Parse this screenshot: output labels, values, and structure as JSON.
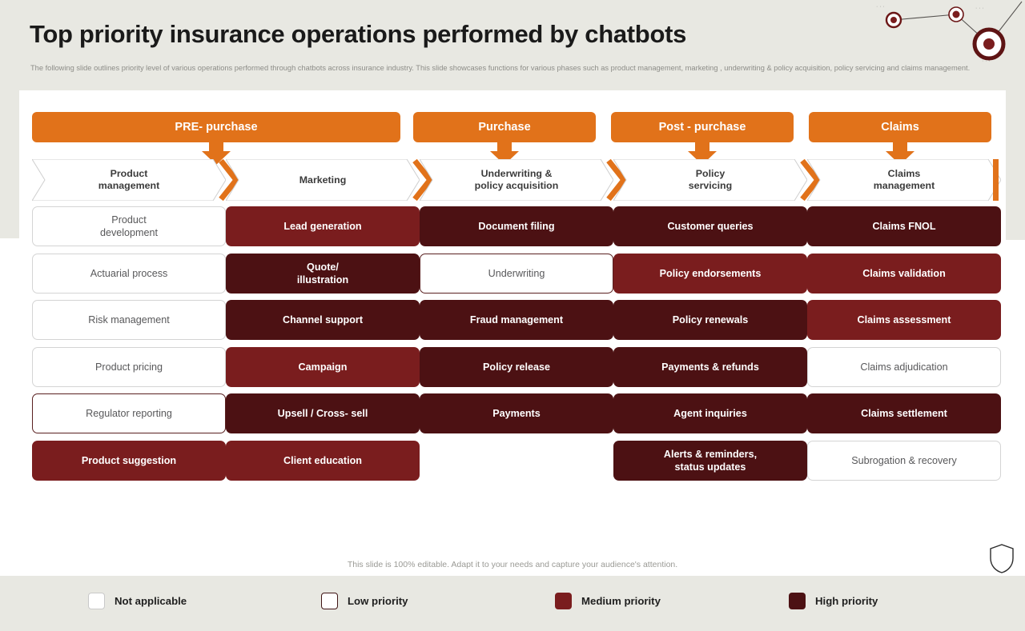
{
  "header": {
    "title": "Top priority insurance operations performed by chatbots",
    "subtitle": "The following slide outlines priority level of various operations performed through chatbots across insurance industry. This slide showcases functions for various phases such as product management, marketing  , underwriting & policy acquisition, policy servicing and claims management."
  },
  "colors": {
    "accent_orange": "#e1721a",
    "medium_priority": "#7a1d1e",
    "high_priority": "#4c1113",
    "page_background": "#e8e8e2",
    "panel_background": "#ffffff"
  },
  "phases": [
    {
      "label": "PRE- purchase"
    },
    {
      "label": "Purchase"
    },
    {
      "label": "Post - purchase"
    },
    {
      "label": "Claims"
    }
  ],
  "stages": [
    {
      "label": "Product\nmanagement",
      "line1": "Product",
      "line2": "management"
    },
    {
      "label": "Marketing",
      "line1": "Marketing",
      "line2": ""
    },
    {
      "label": "Underwriting &\npolicy acquisition",
      "line1": "Underwriting &",
      "line2": "policy acquisition"
    },
    {
      "label": "Policy\nservicing",
      "line1": "Policy",
      "line2": "servicing"
    },
    {
      "label": "Claims\nmanagement",
      "line1": "Claims",
      "line2": "management"
    }
  ],
  "columns": [
    {
      "stage": "Product management",
      "cells": [
        {
          "line1": "Product",
          "line2": "development",
          "priority": "not-applicable"
        },
        {
          "line1": "Actuarial  process",
          "line2": "",
          "priority": "not-applicable"
        },
        {
          "line1": "Risk management",
          "line2": "",
          "priority": "not-applicable"
        },
        {
          "line1": "Product pricing",
          "line2": "",
          "priority": "not-applicable"
        },
        {
          "line1": "Regulator reporting",
          "line2": "",
          "priority": "low"
        },
        {
          "line1": "Product suggestion",
          "line2": "",
          "priority": "medium"
        }
      ]
    },
    {
      "stage": "Marketing",
      "cells": [
        {
          "line1": "Lead generation",
          "line2": "",
          "priority": "medium"
        },
        {
          "line1": "Quote/",
          "line2": "illustration",
          "priority": "high"
        },
        {
          "line1": "Channel support",
          "line2": "",
          "priority": "high"
        },
        {
          "line1": "Campaign",
          "line2": "",
          "priority": "medium"
        },
        {
          "line1": "Upsell / Cross- sell",
          "line2": "",
          "priority": "high"
        },
        {
          "line1": "Client education",
          "line2": "",
          "priority": "medium"
        }
      ]
    },
    {
      "stage": "Underwriting & policy acquisition",
      "cells": [
        {
          "line1": "Document filing",
          "line2": "",
          "priority": "high"
        },
        {
          "line1": "Underwriting",
          "line2": "",
          "priority": "low"
        },
        {
          "line1": "Fraud management",
          "line2": "",
          "priority": "high"
        },
        {
          "line1": "Policy release",
          "line2": "",
          "priority": "high"
        },
        {
          "line1": "Payments",
          "line2": "",
          "priority": "high"
        }
      ]
    },
    {
      "stage": "Policy servicing",
      "cells": [
        {
          "line1": "Customer queries",
          "line2": "",
          "priority": "high"
        },
        {
          "line1": "Policy endorsements",
          "line2": "",
          "priority": "medium"
        },
        {
          "line1": "Policy renewals",
          "line2": "",
          "priority": "high"
        },
        {
          "line1": "Payments & refunds",
          "line2": "",
          "priority": "high"
        },
        {
          "line1": "Agent inquiries",
          "line2": "",
          "priority": "high"
        },
        {
          "line1": "Alerts & reminders,",
          "line2": "status updates",
          "priority": "high"
        }
      ]
    },
    {
      "stage": "Claims management",
      "cells": [
        {
          "line1": "Claims FNOL",
          "line2": "",
          "priority": "high"
        },
        {
          "line1": "Claims validation",
          "line2": "",
          "priority": "medium"
        },
        {
          "line1": "Claims assessment",
          "line2": "",
          "priority": "medium"
        },
        {
          "line1": "Claims adjudication",
          "line2": "",
          "priority": "not-applicable"
        },
        {
          "line1": "Claims settlement",
          "line2": "",
          "priority": "high"
        },
        {
          "line1": "Subrogation & recovery",
          "line2": "",
          "priority": "not-applicable"
        }
      ]
    }
  ],
  "legend": [
    {
      "label": "Not applicable",
      "key": "not-applicable"
    },
    {
      "label": "Low priority",
      "key": "low"
    },
    {
      "label": "Medium priority",
      "key": "medium"
    },
    {
      "label": "High priority",
      "key": "high"
    }
  ],
  "footer": {
    "note": "This slide is 100% editable. Adapt it to your needs and capture your audience's attention."
  }
}
